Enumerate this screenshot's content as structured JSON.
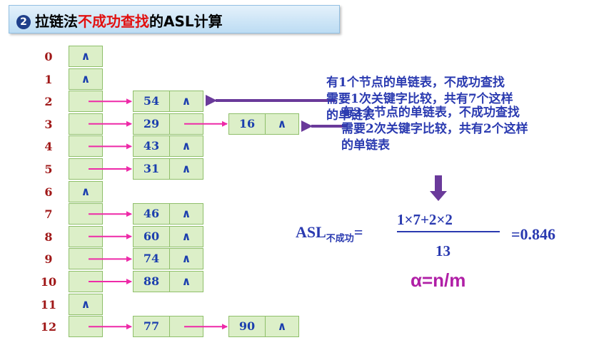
{
  "title": {
    "number": "2",
    "prefix": "拉链法",
    "highlight": "不成功查找",
    "suffix": "的ASL计算"
  },
  "hash_table": [
    {
      "index": "0",
      "nodes": []
    },
    {
      "index": "1",
      "nodes": []
    },
    {
      "index": "2",
      "nodes": [
        "54"
      ]
    },
    {
      "index": "3",
      "nodes": [
        "29",
        "16"
      ]
    },
    {
      "index": "4",
      "nodes": [
        "43"
      ]
    },
    {
      "index": "5",
      "nodes": [
        "31"
      ]
    },
    {
      "index": "6",
      "nodes": []
    },
    {
      "index": "7",
      "nodes": [
        "46"
      ]
    },
    {
      "index": "8",
      "nodes": [
        "60"
      ]
    },
    {
      "index": "9",
      "nodes": [
        "74"
      ]
    },
    {
      "index": "10",
      "nodes": [
        "88"
      ]
    },
    {
      "index": "11",
      "nodes": []
    },
    {
      "index": "12",
      "nodes": [
        "77",
        "90"
      ]
    }
  ],
  "null_symbol": "∧",
  "notes": {
    "note1": "有1个节点的单链表，不成功查找\n需要1次关键字比较，共有7个这样\n的单链表",
    "note2": "有2个节点的单链表，不成功查找\n需要2次关键字比较，共有2个这样\n的单链表"
  },
  "formula": {
    "lhs": "ASL",
    "lhs_sub": "不成功",
    "eq": "=",
    "numerator": "1×7+2×2",
    "denominator": "13",
    "result": "=0.846"
  },
  "alpha": "α=n/m",
  "colors": {
    "link_arrow": "#ee2aa8",
    "pointer_arrow": "#6a3a9a",
    "index_text": "#a01818",
    "node_text": "#1c3fae",
    "alpha_text": "#b01fa6"
  }
}
